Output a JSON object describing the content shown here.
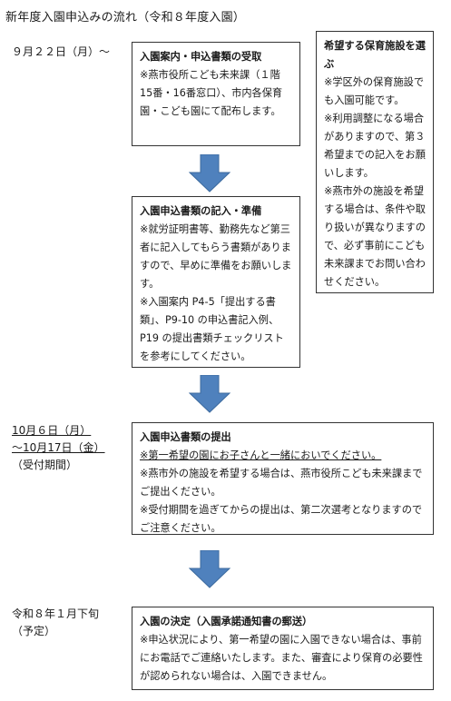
{
  "page_title": "新年度入園申込みの流れ（令和８年度入園）",
  "steps": [
    {
      "date_lines": [
        "９月２２日（月）～"
      ],
      "heading": "入園案内・申込書類の受取",
      "notes": [
        "※燕市役所こども未来課（１階15番・16番窓口）、市内各保育園・こども園にて配布します。"
      ]
    },
    {
      "date_lines": [],
      "heading": "入園申込書類の記入・準備",
      "notes": [
        "※就労証明書等、勤務先など第三者に記入してもらう書類がありますので、早めに準備をお願いします。",
        "※入園案内 P4-5「提出する書類」、P9-10 の申込書記入例、P19 の提出書類チェックリストを参考にしてください。"
      ]
    },
    {
      "date_lines": [
        "10月６日（月）",
        "～10月17日（金）",
        "（受付期間）"
      ],
      "heading": "入園申込書類の提出",
      "notes": [
        "※第一希望の園にお子さんと一緒においでください。",
        "※燕市外の施設を希望する場合は、燕市役所こども未来課までご提出ください。",
        "※受付期間を過ぎてからの提出は、第二次選考となりますのでご注意ください。"
      ]
    },
    {
      "date_lines": [
        "令和８年１月下旬",
        "（予定）"
      ],
      "heading": "入園の決定（入園承諾通知書の郵送）",
      "notes": [
        "※申込状況により、第一希望の園に入園できない場合は、事前にお電話でご連絡いたします。また、審査により保育の必要性が認められない場合は、入園できません。"
      ]
    }
  ],
  "side_note": {
    "heading": "希望する保育施設を選ぶ",
    "notes": [
      "※学区外の保育施設でも入園可能です。",
      "※利用調整になる場合がありますので、第３希望までの記入をお願いします。",
      "※燕市外の施設を希望する場合は、条件や取り扱いが異なりますので、必ず事前にこども未来課までお問い合わせください。"
    ]
  },
  "arrow_color": "#4f81bd"
}
